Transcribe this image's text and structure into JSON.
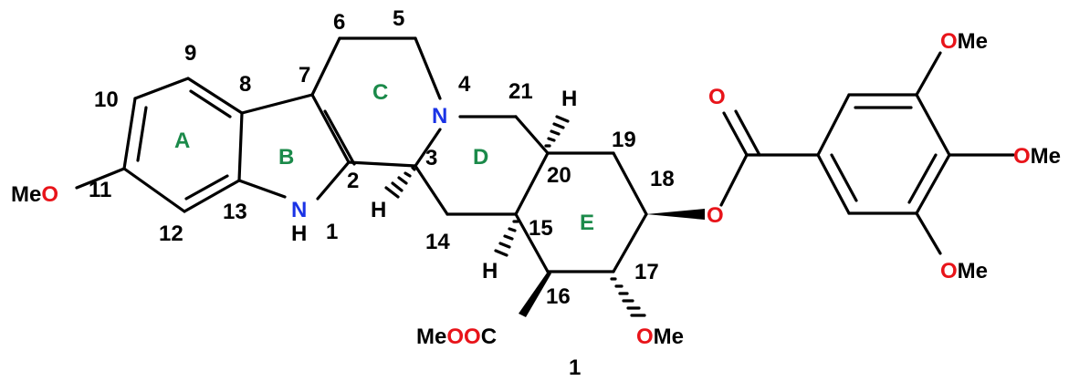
{
  "compound_number": "1",
  "ring_labels": {
    "A": "A",
    "B": "B",
    "C": "C",
    "D": "D",
    "E": "E"
  },
  "atom_numbers": {
    "n1": "1",
    "n2": "2",
    "n3": "3",
    "n4": "4",
    "n5": "5",
    "n6": "6",
    "n7": "7",
    "n8": "8",
    "n9": "9",
    "n10": "10",
    "n11": "11",
    "n12": "12",
    "n13": "13",
    "n14": "14",
    "n15": "15",
    "n16": "16",
    "n17": "17",
    "n18": "18",
    "n19": "19",
    "n20": "20",
    "n21": "21"
  },
  "atoms": {
    "N4": "N",
    "N1": "N",
    "H1": "H",
    "H3": "H",
    "H15": "H",
    "H20": "H"
  },
  "groups": {
    "meo11_me": "Me",
    "meo11_o": "O",
    "ester_me": "Me",
    "ester_o1": "O",
    "ester_o2": "O",
    "ester_c": "C",
    "ome17_o": "O",
    "ome17_me": "Me",
    "o18": "O",
    "carbonyl_o": "O",
    "ome_top_o": "O",
    "ome_top_me": "Me",
    "ome_right_o": "O",
    "ome_right_me": "Me",
    "ome_bottom_o": "O",
    "ome_bottom_me": "Me"
  },
  "colors": {
    "nitrogen": "#1a33e6",
    "oxygen": "#e8141a",
    "ring_label": "#1b8a4a",
    "bond": "#000000"
  }
}
